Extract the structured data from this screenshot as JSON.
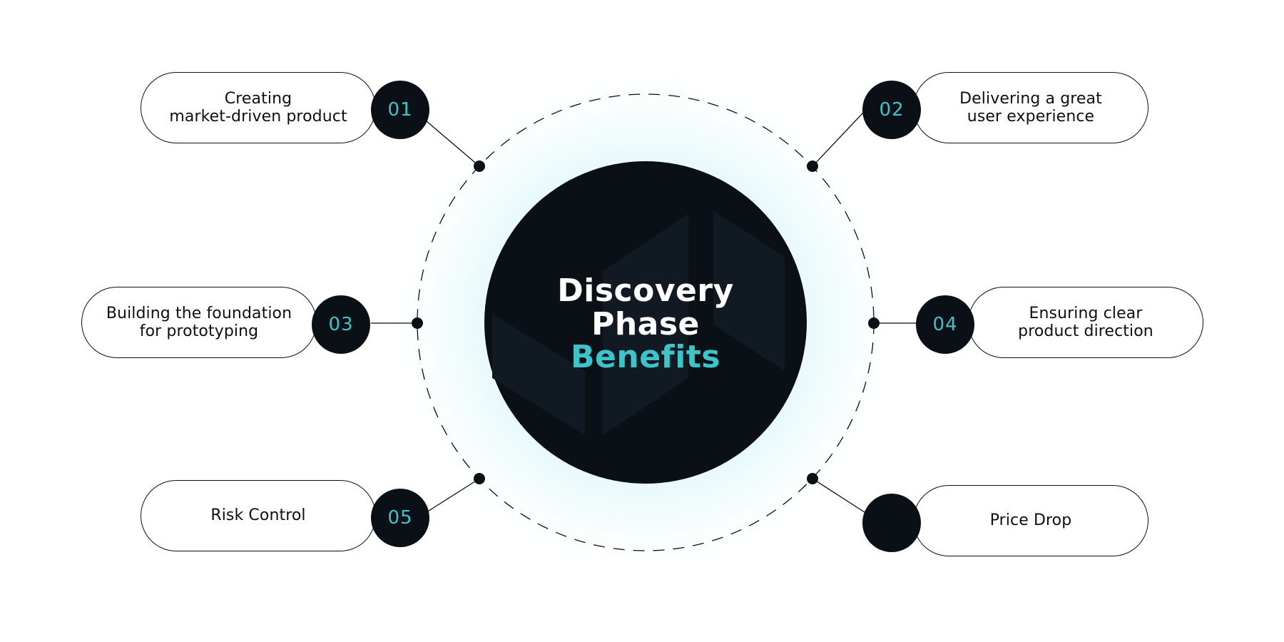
{
  "center": {
    "line1": "Discovery",
    "line2": "Phase",
    "line3": "Benefits"
  },
  "colors": {
    "dark": "#0b1017",
    "accent": "#3cc4c8",
    "glow": "#d6f5f6"
  },
  "benefits": [
    {
      "number": "01",
      "line1": "Creating",
      "line2": "market-driven product"
    },
    {
      "number": "02",
      "line1": "Delivering a great",
      "line2": "user experience"
    },
    {
      "number": "03",
      "line1": "Building the foundation",
      "line2": "for prototyping"
    },
    {
      "number": "04",
      "line1": "Ensuring clear",
      "line2": "product direction"
    },
    {
      "number": "05",
      "line1": "Risk Control",
      "line2": ""
    },
    {
      "number": "",
      "line1": "Price Drop",
      "line2": ""
    }
  ]
}
